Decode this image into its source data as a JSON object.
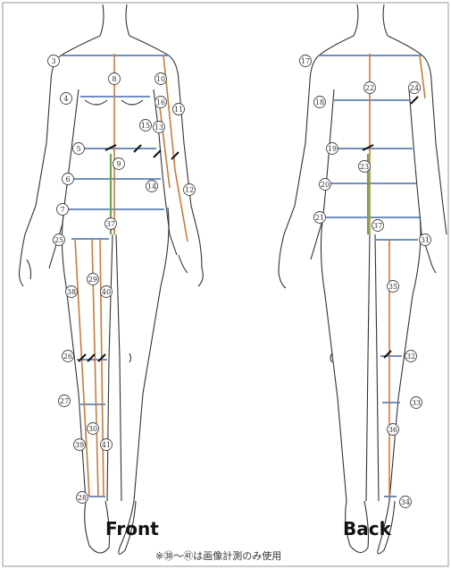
{
  "figures": {
    "front_label": "Front",
    "back_label": "Back"
  },
  "footnote": "※㊳〜㊶は画像計測のみ使用",
  "markers": [
    {
      "id": "m3",
      "label": "3"
    },
    {
      "id": "m4",
      "label": "4"
    },
    {
      "id": "m5",
      "label": "5"
    },
    {
      "id": "m6",
      "label": "6"
    },
    {
      "id": "m7",
      "label": "7"
    },
    {
      "id": "m8",
      "label": "8"
    },
    {
      "id": "m9",
      "label": "9"
    },
    {
      "id": "m10",
      "label": "10"
    },
    {
      "id": "m11",
      "label": "11"
    },
    {
      "id": "m12",
      "label": "12"
    },
    {
      "id": "m13",
      "label": "13"
    },
    {
      "id": "m14",
      "label": "14"
    },
    {
      "id": "m15",
      "label": "15"
    },
    {
      "id": "m16",
      "label": "16"
    },
    {
      "id": "m17",
      "label": "17"
    },
    {
      "id": "m18",
      "label": "18"
    },
    {
      "id": "m19",
      "label": "19"
    },
    {
      "id": "m20",
      "label": "20"
    },
    {
      "id": "m21",
      "label": "21"
    },
    {
      "id": "m22",
      "label": "22"
    },
    {
      "id": "m23",
      "label": "23"
    },
    {
      "id": "m24",
      "label": "24"
    },
    {
      "id": "m25",
      "label": "25"
    },
    {
      "id": "m26",
      "label": "26"
    },
    {
      "id": "m27",
      "label": "27"
    },
    {
      "id": "m28",
      "label": "28"
    },
    {
      "id": "m29",
      "label": "29"
    },
    {
      "id": "m30",
      "label": "30"
    },
    {
      "id": "m31",
      "label": "31"
    },
    {
      "id": "m32",
      "label": "32"
    },
    {
      "id": "m33",
      "label": "33"
    },
    {
      "id": "m34",
      "label": "34"
    },
    {
      "id": "m35",
      "label": "35"
    },
    {
      "id": "m36",
      "label": "36"
    },
    {
      "id": "m37",
      "label": "37"
    },
    {
      "id": "m37b",
      "label": "37"
    },
    {
      "id": "m38",
      "label": "38"
    },
    {
      "id": "m39",
      "label": "39"
    },
    {
      "id": "m40",
      "label": "40"
    },
    {
      "id": "m41",
      "label": "41"
    }
  ],
  "colors": {
    "outline": "#333333",
    "horizontal_measure": "#5b7fb5",
    "vertical_measure": "#c97b3c",
    "center_green": "#6aa84f",
    "frame": "#9a9a9a"
  }
}
